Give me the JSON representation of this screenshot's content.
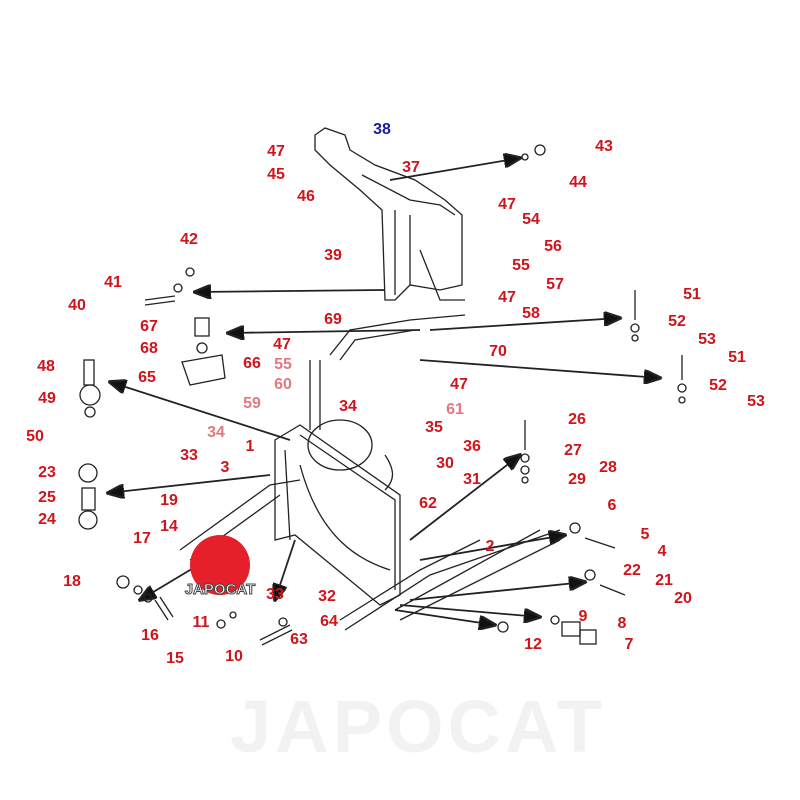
{
  "diagram": {
    "watermark": "JAPOCAT",
    "logo_text": "JAPOCAT",
    "colors": {
      "label": "#d0141c",
      "highlight": "#1a1aa8",
      "faded": "#e07a80",
      "logo": "#e5202a"
    },
    "labels": [
      "38",
      "47",
      "45",
      "46",
      "37",
      "43",
      "44",
      "47",
      "54",
      "56",
      "55",
      "57",
      "47",
      "58",
      "39",
      "42",
      "41",
      "40",
      "67",
      "68",
      "69",
      "70",
      "51",
      "52",
      "53",
      "51",
      "52",
      "53",
      "48",
      "49",
      "50",
      "66",
      "65",
      "47",
      "55",
      "60",
      "59",
      "34",
      "47",
      "61",
      "26",
      "27",
      "28",
      "29",
      "34",
      "35",
      "1",
      "36",
      "33",
      "3",
      "30",
      "31",
      "23",
      "25",
      "24",
      "19",
      "14",
      "62",
      "6",
      "5",
      "4",
      "2",
      "17",
      "18",
      "16",
      "15",
      "22",
      "21",
      "20",
      "33",
      "32",
      "11",
      "10",
      "63",
      "64",
      "9",
      "8",
      "12",
      "7"
    ]
  }
}
